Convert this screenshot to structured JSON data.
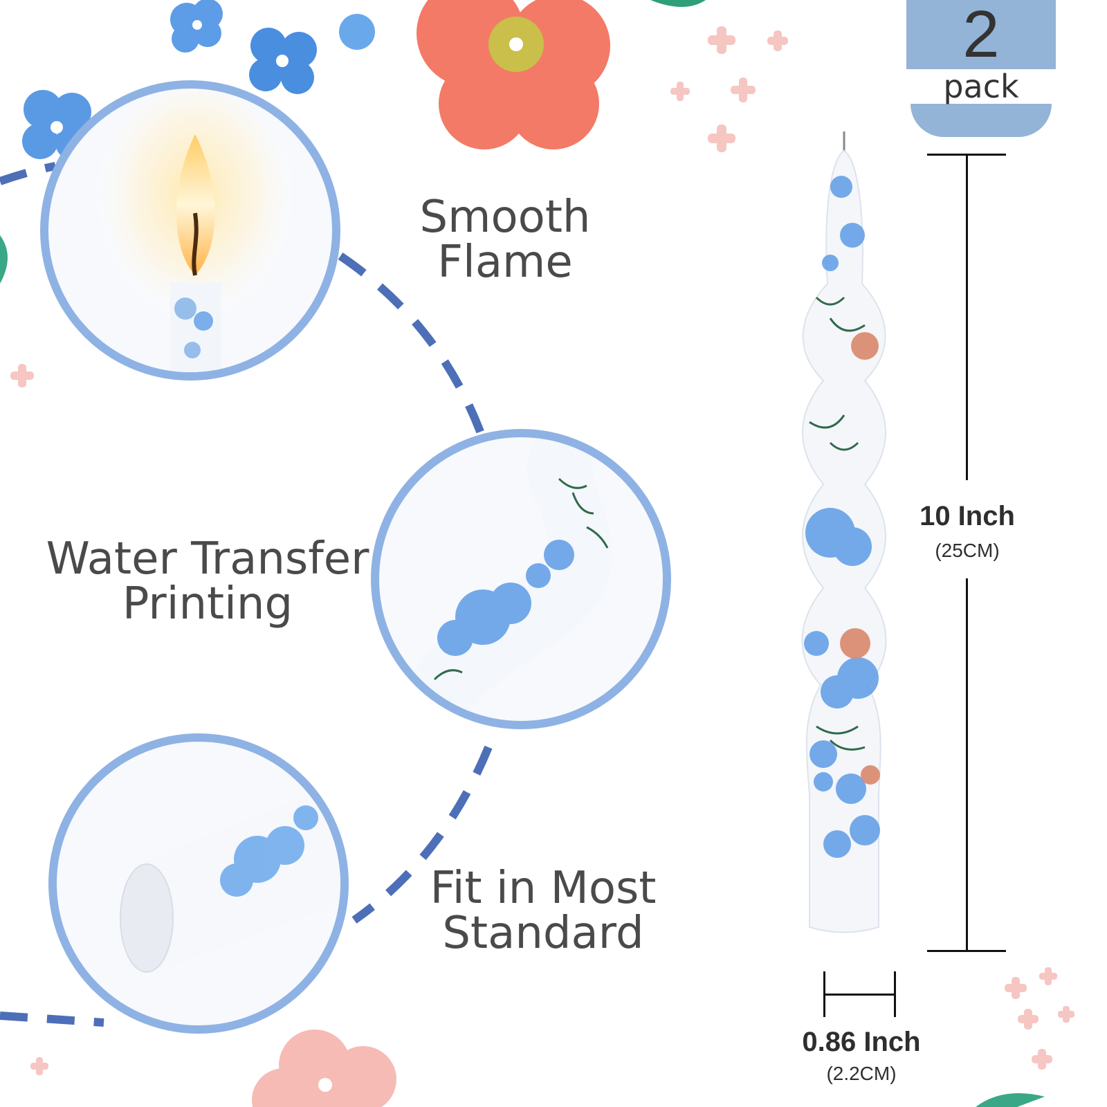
{
  "pack": {
    "count": "2",
    "label": "pack"
  },
  "features": [
    {
      "text": "Smooth Flame"
    },
    {
      "line1": "Water Transfer",
      "line2": "Printing"
    },
    {
      "line1": "Fit in Most",
      "line2": "Standard"
    }
  ],
  "dimensions": {
    "height": {
      "value": "10 Inch",
      "metric": "(25CM)"
    },
    "width": {
      "value": "0.86 Inch",
      "metric": "(2.2CM)"
    }
  },
  "colors": {
    "accent_blue": "#8fb2e4",
    "dash_blue": "#4d6fb8",
    "badge_blue": "#93b4d6",
    "flower_coral": "#f37a66",
    "flower_pink": "#f6c6c2",
    "flower_blue": "#5d9ce6"
  }
}
